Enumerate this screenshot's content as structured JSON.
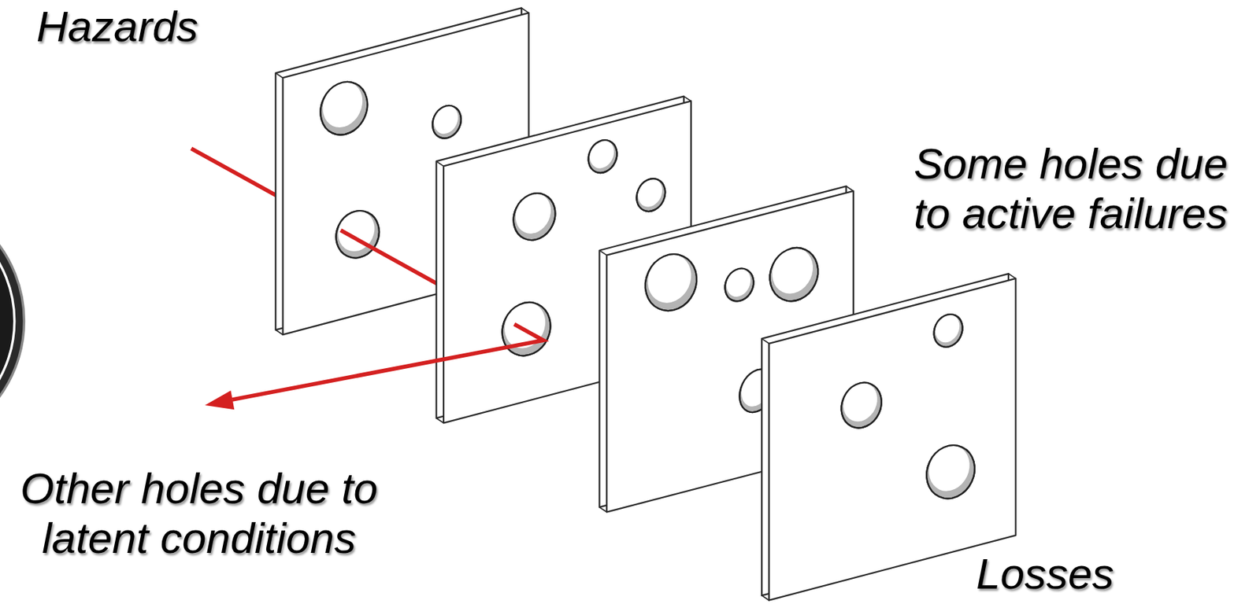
{
  "diagram": {
    "labels": [
      "Hazards",
      "Some holes due to active failures",
      "Other holes due to latent conditions",
      "Losses"
    ]
  }
}
